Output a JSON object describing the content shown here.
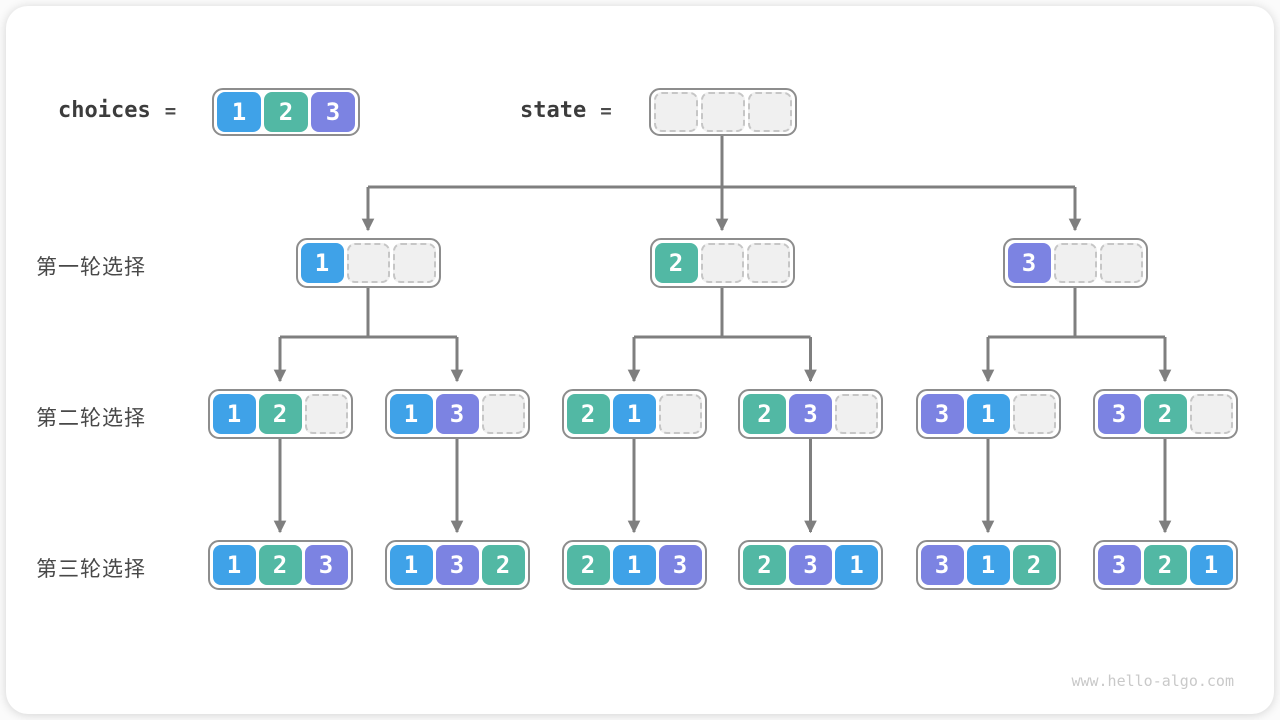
{
  "page": {
    "watermark": "www.hello-algo.com"
  },
  "colors": {
    "1": "#3fa2e8",
    "2": "#52b8a4",
    "3": "#7c83e2",
    "arrow": "#7f7f7f",
    "empty_fill": "#f0f0f0"
  },
  "header": {
    "choices_label": "choices",
    "choices_equals": "=",
    "choices_values": [
      "1",
      "2",
      "3"
    ],
    "state_label": "state",
    "state_equals": "=",
    "state_values": [
      null,
      null,
      null
    ]
  },
  "tree": {
    "rows": [
      {
        "label": "第一轮选择",
        "nodes": [
          [
            "1",
            null,
            null
          ],
          [
            "2",
            null,
            null
          ],
          [
            "3",
            null,
            null
          ]
        ]
      },
      {
        "label": "第二轮选择",
        "nodes": [
          [
            "1",
            "2",
            null
          ],
          [
            "1",
            "3",
            null
          ],
          [
            "2",
            "1",
            null
          ],
          [
            "2",
            "3",
            null
          ],
          [
            "3",
            "1",
            null
          ],
          [
            "3",
            "2",
            null
          ]
        ]
      },
      {
        "label": "第三轮选择",
        "nodes": [
          [
            "1",
            "2",
            "3"
          ],
          [
            "1",
            "3",
            "2"
          ],
          [
            "2",
            "1",
            "3"
          ],
          [
            "2",
            "3",
            "1"
          ],
          [
            "3",
            "1",
            "2"
          ],
          [
            "3",
            "2",
            "1"
          ]
        ]
      }
    ]
  }
}
